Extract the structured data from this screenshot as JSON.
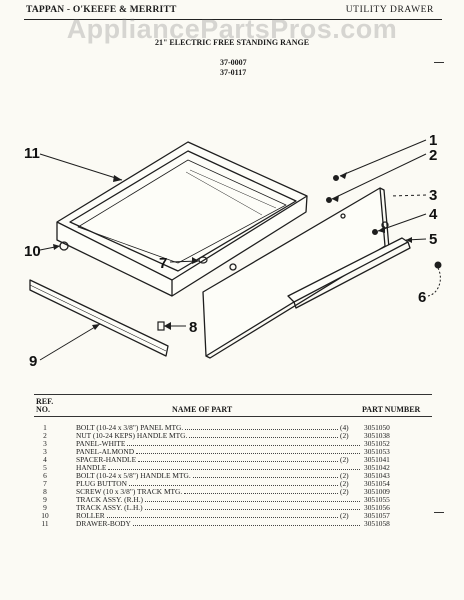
{
  "header": {
    "brand": "TAPPAN - O'KEEFE & MERRITT",
    "section": "UTILITY DRAWER",
    "watermark": "AppliancePartsPros.com",
    "subtitle": "21\" ELECTRIC FREE STANDING RANGE",
    "models": [
      "37-0007",
      "37-0117"
    ]
  },
  "diagram": {
    "callouts": [
      "1",
      "2",
      "3",
      "4",
      "5",
      "6",
      "7",
      "8",
      "9",
      "10",
      "11"
    ]
  },
  "table": {
    "headers": {
      "ref_line1": "REF.",
      "ref_line2": "NO.",
      "name": "NAME OF PART",
      "part_number": "PART NUMBER"
    },
    "rows": [
      {
        "ref": "1",
        "name": "BOLT (10-24 x 3/8\") PANEL MTG.",
        "qty": "(4)",
        "part": "3051050"
      },
      {
        "ref": "2",
        "name": "NUT (10-24 KEPS) HANDLE MTG.",
        "qty": "(2)",
        "part": "3051038"
      },
      {
        "ref": "3",
        "name": "PANEL-WHITE",
        "qty": "",
        "part": "3051052"
      },
      {
        "ref": "3",
        "name": "PANEL-ALMOND",
        "qty": "",
        "part": "3051053"
      },
      {
        "ref": "4",
        "name": "SPACER-HANDLE",
        "qty": "(2)",
        "part": "3051041"
      },
      {
        "ref": "5",
        "name": "HANDLE",
        "qty": "",
        "part": "3051042"
      },
      {
        "ref": "6",
        "name": "BOLT (10-24 x 5/8\") HANDLE MTG.",
        "qty": "(2)",
        "part": "3051043"
      },
      {
        "ref": "7",
        "name": "PLUG BUTTON",
        "qty": "(2)",
        "part": "3051054"
      },
      {
        "ref": "8",
        "name": "SCREW (10 x 3/8\") TRACK MTG.",
        "qty": "(2)",
        "part": "3051009"
      },
      {
        "ref": "9",
        "name": "TRACK ASSY. (R.H.)",
        "qty": "",
        "part": "3051055"
      },
      {
        "ref": "9",
        "name": "TRACK ASSY. (L.H.)",
        "qty": "",
        "part": "3051056"
      },
      {
        "ref": "10",
        "name": "ROLLER",
        "qty": "(2)",
        "part": "3051057"
      },
      {
        "ref": "11",
        "name": "DRAWER-BODY",
        "qty": "",
        "part": "3051058"
      }
    ]
  }
}
